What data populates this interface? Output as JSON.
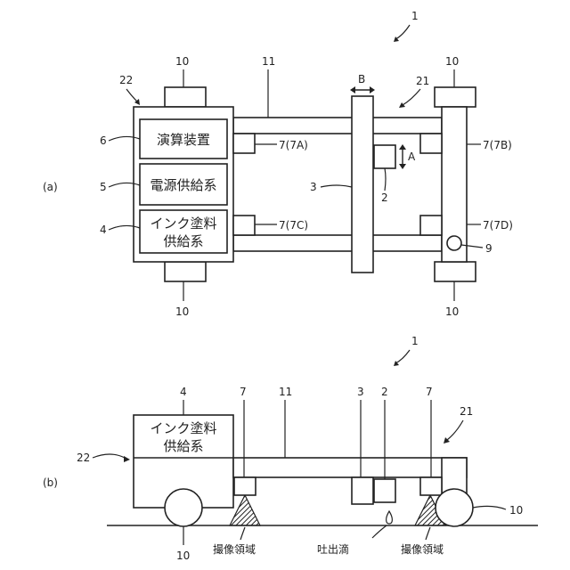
{
  "labels": {
    "assembly_top": "1",
    "assembly_bottom": "1",
    "fig_a": "(a)",
    "fig_b": "(b)",
    "n10": "10",
    "n11": "11",
    "n22": "22",
    "n21": "21",
    "n6": "6",
    "n5": "5",
    "n4": "4",
    "n3": "3",
    "n2": "2",
    "n9": "9",
    "n7": "7",
    "arrow_a": "A",
    "arrow_b": "B",
    "sensor_7A": "7(7A)",
    "sensor_7B": "7(7B)",
    "sensor_7C": "7(7C)",
    "sensor_7D": "7(7D)"
  },
  "boxes": {
    "computing_device": "演算装置",
    "power_supply": "電源供給系",
    "ink_supply_line1": "インク塗料",
    "ink_supply_line2": "供給系"
  },
  "captions": {
    "imaging_area_left": "撮像領域",
    "imaging_area_right": "撮像領域",
    "discharge_drop": "吐出滴"
  }
}
